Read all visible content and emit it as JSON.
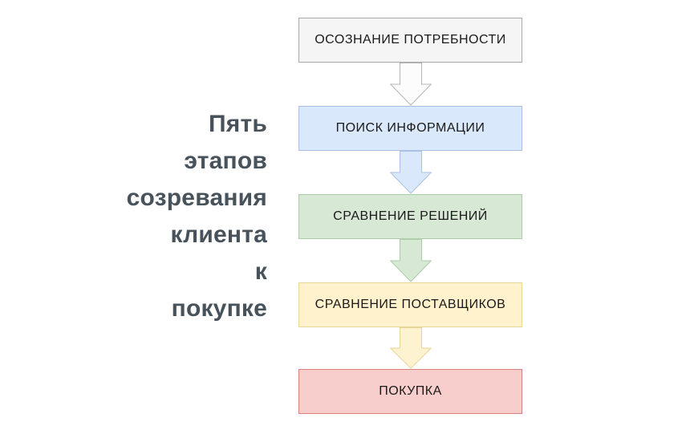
{
  "canvas": {
    "background": "#ffffff"
  },
  "title": {
    "full_text": "Пять этапов созревания клиента к покупке",
    "lines": [
      "Пять",
      "этапов",
      "созревания",
      "клиента",
      "к",
      "покупке"
    ],
    "color": "#47525b"
  },
  "flow": {
    "stages": [
      {
        "label": "ОСОЗНАНИЕ ПОТРЕБНОСТИ",
        "fill": "#f5f5f5",
        "stroke": "#a9a9a9",
        "text_color": "#1a1a1a"
      },
      {
        "label": "ПОИСК ИНФОРМАЦИИ",
        "fill": "#dae8fb",
        "stroke": "#a9c0e4",
        "text_color": "#1a1a1a"
      },
      {
        "label": "СРАВНЕНИЕ РЕШЕНИЙ",
        "fill": "#d7e8d5",
        "stroke": "#abcea7",
        "text_color": "#1a1a1a"
      },
      {
        "label": "СРАВНЕНИЕ ПОСТАВЩИКОВ",
        "fill": "#fff2cc",
        "stroke": "#e9d597",
        "text_color": "#1a1a1a"
      },
      {
        "label": "ПОКУПКА",
        "fill": "#f8cecc",
        "stroke": "#d6827d",
        "text_color": "#1a1a1a"
      }
    ],
    "connectors": [
      {
        "shape": "down-arrow",
        "fill": "#fcfcfc",
        "stroke": "#b4b4b4"
      },
      {
        "shape": "down-arrow",
        "fill": "#dae8fb",
        "stroke": "#a9c0e4"
      },
      {
        "shape": "down-arrow",
        "fill": "#d7e8d5",
        "stroke": "#abcea7"
      },
      {
        "shape": "down-arrow",
        "fill": "#fdf3d0",
        "stroke": "#e9d597"
      }
    ]
  }
}
